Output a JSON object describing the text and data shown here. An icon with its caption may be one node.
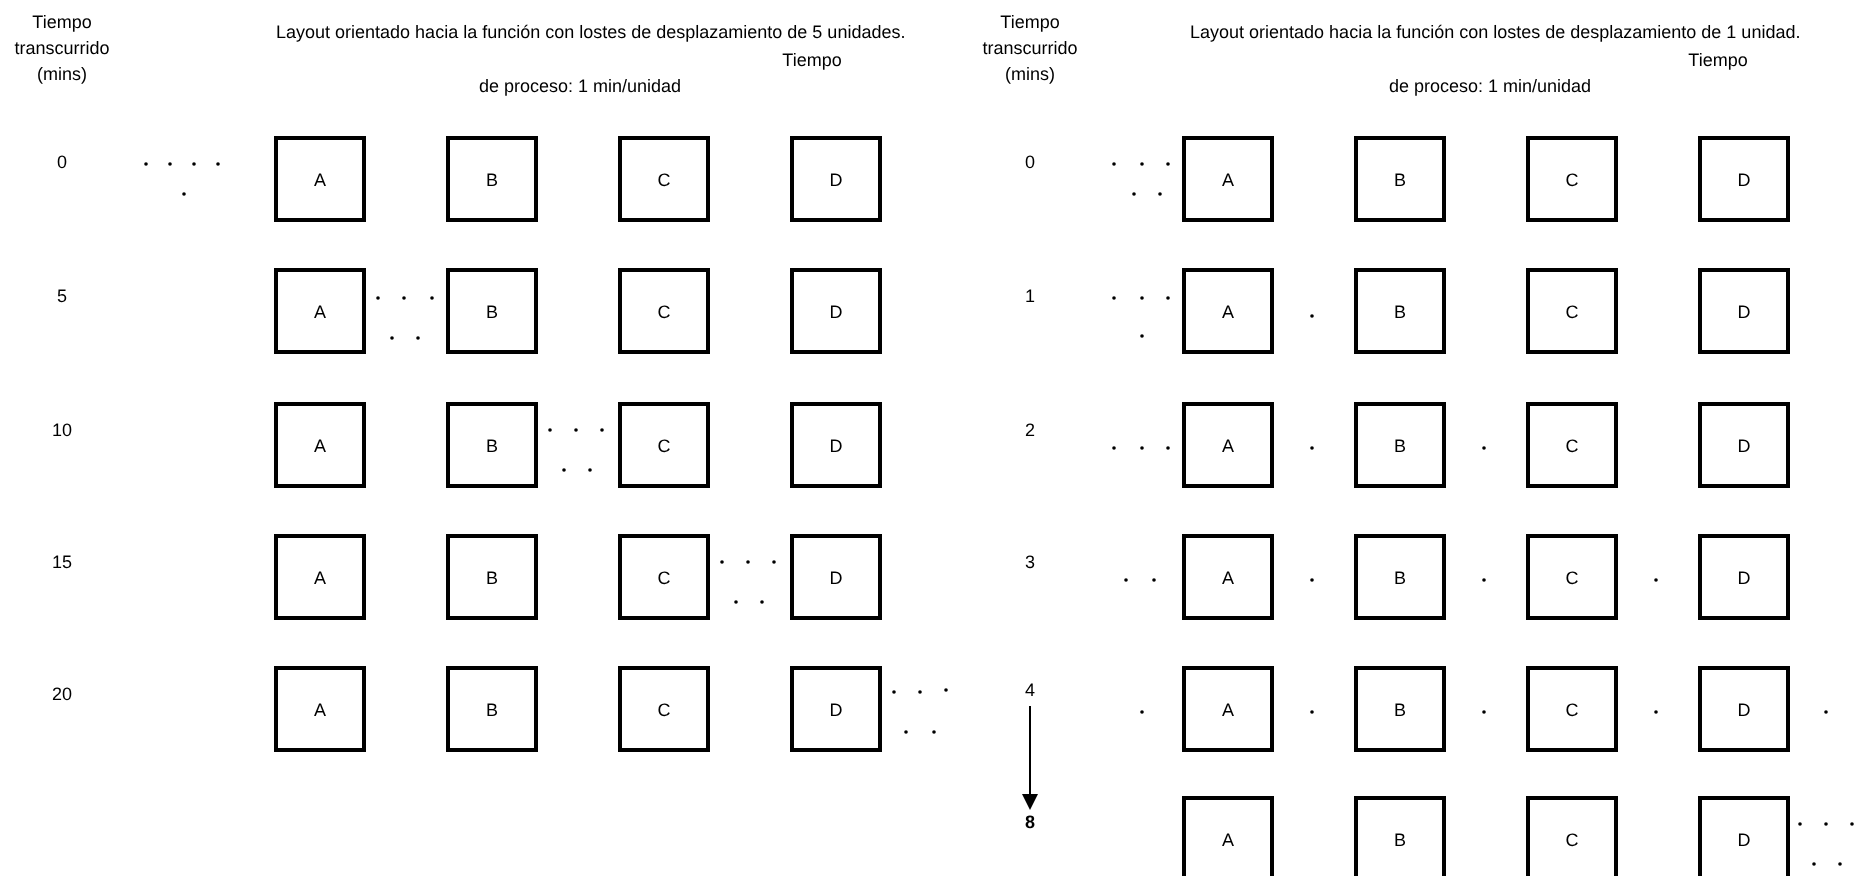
{
  "diagram": {
    "nodes": [
      {
        "text": [
          "A"
        ]
      },
      {
        "text": [
          "B"
        ]
      },
      {
        "text": [
          "C"
        ]
      },
      {
        "text": [
          "D"
        ]
      },
      {
        "text": [
          "A"
        ]
      },
      {
        "text": [
          "B"
        ]
      },
      {
        "text": [
          "C"
        ]
      },
      {
        "text": [
          "D"
        ]
      },
      {
        "text": [
          "A"
        ]
      },
      {
        "text": [
          "B"
        ]
      },
      {
        "text": [
          "C"
        ]
      },
      {
        "text": [
          "D"
        ]
      },
      {
        "text": [
          "A"
        ]
      },
      {
        "text": [
          "B"
        ]
      },
      {
        "text": [
          "C"
        ]
      },
      {
        "text": [
          "D"
        ]
      },
      {
        "text": [
          "A"
        ]
      },
      {
        "text": [
          "B"
        ]
      },
      {
        "text": [
          "C"
        ]
      },
      {
        "text": [
          "D"
        ]
      },
      {
        "text": [
          "4"
        ]
      },
      {
        "text": [
          "8"
        ]
      },
      {
        "text": [
          "A"
        ]
      },
      {
        "text": [
          "B"
        ]
      },
      {
        "text": [
          "C"
        ]
      },
      {
        "text": [
          "D"
        ]
      },
      {
        "text": [
          "A"
        ]
      },
      {
        "text": [
          "B"
        ]
      },
      {
        "text": [
          "C"
        ]
      },
      {
        "text": [
          "D"
        ]
      },
      {
        "text": [
          "A"
        ]
      },
      {
        "text": [
          "B"
        ]
      },
      {
        "text": [
          "C"
        ]
      },
      {
        "text": [
          "D"
        ]
      },
      {
        "text": [
          "A"
        ]
      },
      {
        "text": [
          "B"
        ]
      },
      {
        "text": [
          "C"
        ]
      },
      {
        "text": [
          "D"
        ]
      },
      {
        "text": [
          "A"
        ]
      },
      {
        "text": [
          "B"
        ]
      },
      {
        "text": [
          "C"
        ]
      },
      {
        "text": [
          "D"
        ]
      },
      {
        "text": [
          "A"
        ]
      },
      {
        "text": [
          "B"
        ]
      },
      {
        "text": [
          "C"
        ]
      },
      {
        "text": [
          "D"
        ]
      }
    ],
    "edges": [
      {
        "from": 20,
        "to": 21,
        "arrow": "to"
      }
    ],
    "labels": [
      "Tiempo transcurrido (mins)",
      "Layout orientado hacia la función con lostes de desplazamiento de 5 unidades.",
      "Tiempo",
      "de proceso: 1 min/unidad",
      "Tiempo transcurrido (mins)",
      "Layout orientado hacia la función con lostes de desplazamiento de 1 unidad.",
      "Tiempo",
      "de proceso: 1 min/unidad",
      "0",
      "5",
      "10",
      "15",
      "20",
      "0",
      "1",
      "2",
      "3"
    ]
  }
}
